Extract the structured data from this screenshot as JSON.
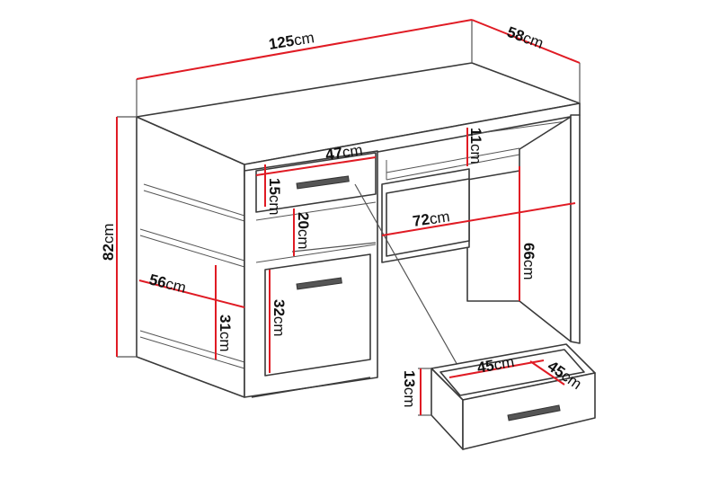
{
  "colors": {
    "dimension_line": "#e01b24",
    "outline": "#3a3a3a",
    "handle": "#555555"
  },
  "dimensions": [
    {
      "id": "width",
      "value": "125",
      "unit": "cm"
    },
    {
      "id": "depth",
      "value": "58",
      "unit": "cm"
    },
    {
      "id": "height",
      "value": "82",
      "unit": "cm"
    },
    {
      "id": "drawer-width",
      "value": "47",
      "unit": "cm"
    },
    {
      "id": "top-shelf-height",
      "value": "11",
      "unit": "cm"
    },
    {
      "id": "drawer-height",
      "value": "15",
      "unit": "cm"
    },
    {
      "id": "shelf-height",
      "value": "20",
      "unit": "cm"
    },
    {
      "id": "legroom-width",
      "value": "72",
      "unit": "cm"
    },
    {
      "id": "legroom-height",
      "value": "66",
      "unit": "cm"
    },
    {
      "id": "side-depth",
      "value": "56",
      "unit": "cm"
    },
    {
      "id": "door-height",
      "value": "32",
      "unit": "cm"
    },
    {
      "id": "lower-shelf-height",
      "value": "31",
      "unit": "cm"
    },
    {
      "id": "drawer-inner-width",
      "value": "45",
      "unit": "cm"
    },
    {
      "id": "drawer-inner-depth",
      "value": "45",
      "unit": "cm"
    },
    {
      "id": "drawer-inner-height",
      "value": "13",
      "unit": "cm"
    }
  ]
}
